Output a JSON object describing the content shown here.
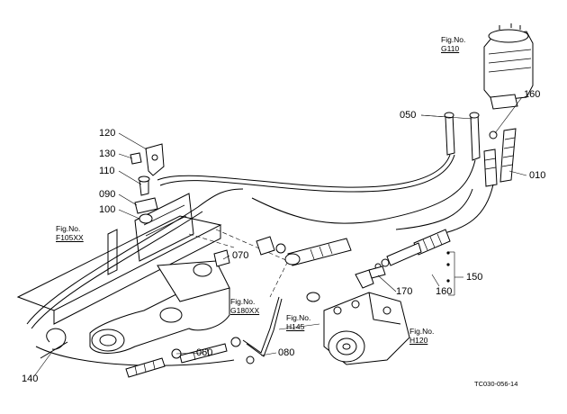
{
  "diagram": {
    "fig_refs": [
      {
        "id": "g110",
        "no": "Fig.No.",
        "ref": "G110"
      },
      {
        "id": "f105xx",
        "no": "Fig.No.",
        "ref": "F105XX"
      },
      {
        "id": "g180xx",
        "no": "Fig.No.",
        "ref": "G180XX"
      },
      {
        "id": "h145",
        "no": "Fig.No.",
        "ref": "H145"
      },
      {
        "id": "h120",
        "no": "Fig.No.",
        "ref": "H120"
      }
    ],
    "part_labels": {
      "p050": "050",
      "p160a": "160",
      "p010": "010",
      "p120": "120",
      "p130": "130",
      "p110": "110",
      "p090": "090",
      "p100": "100",
      "p070": "070",
      "p150": "150",
      "p170": "170",
      "p160b": "160",
      "p060": "060",
      "p080": "080",
      "p140": "140"
    },
    "drawing_code": "TC030-056-14"
  }
}
